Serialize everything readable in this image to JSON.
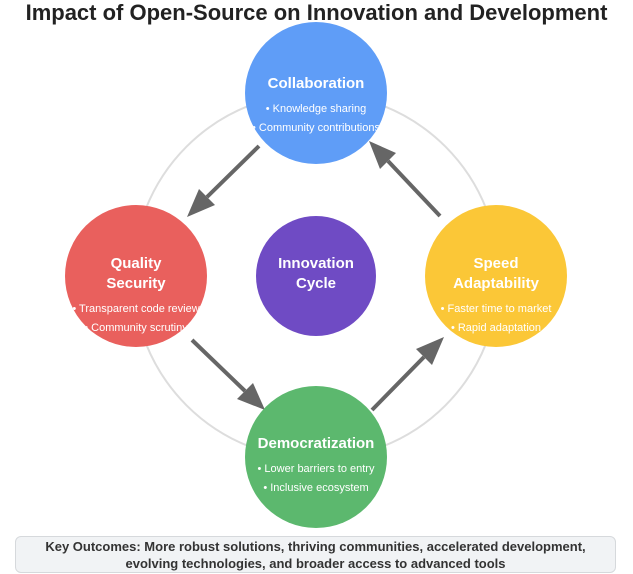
{
  "title": "Impact of Open-Source on Innovation and Development",
  "center": {
    "line1": "Innovation",
    "line2": "Cycle",
    "color": "#6f4bc4"
  },
  "nodes": {
    "collaboration": {
      "title": "Collaboration",
      "bullets": [
        "• Knowledge sharing",
        "• Community contributions"
      ],
      "color": "#5f9df7"
    },
    "speed": {
      "title_line1": "Speed",
      "title_line2": "Adaptability",
      "bullets": [
        "• Faster time to market",
        "• Rapid adaptation"
      ],
      "color": "#fbc737"
    },
    "democratization": {
      "title": "Democratization",
      "bullets": [
        "• Lower barriers to entry",
        "• Inclusive ecosystem"
      ],
      "color": "#5cb86e"
    },
    "quality": {
      "title_line1": "Quality",
      "title_line2": "Security",
      "bullets": [
        "• Transparent code review",
        "• Community scrutiny"
      ],
      "color": "#e9605d"
    }
  },
  "outcomes": {
    "line1": "Key Outcomes: More robust solutions, thriving communities, accelerated development,",
    "line2": "evolving technologies, and broader access to advanced tools"
  },
  "arrow_color": "#666666",
  "ring_color": "#dddddd"
}
